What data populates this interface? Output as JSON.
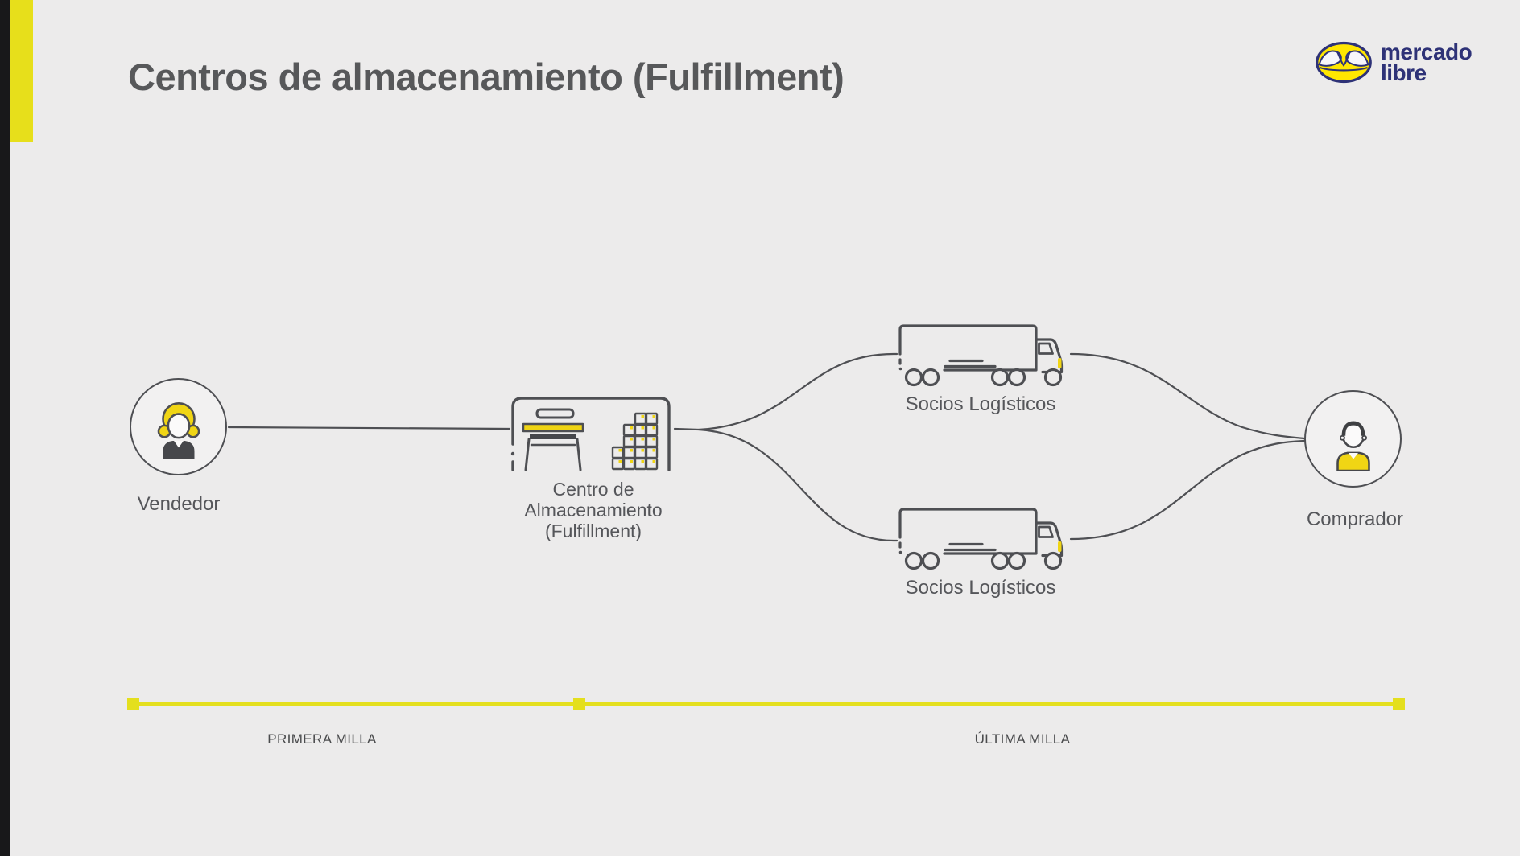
{
  "slide": {
    "title": "Centros de almacenamiento (Fulfillment)"
  },
  "logo": {
    "word1": "mercado",
    "word2": "libre"
  },
  "nodes": {
    "vendedor_label": "Vendedor",
    "centro_line1": "Centro de",
    "centro_line2": "Almacenamiento",
    "centro_line3": "(Fulfillment)",
    "socios_top_label": "Socios Logísticos",
    "socios_bottom_label": "Socios Logísticos",
    "comprador_label": "Comprador"
  },
  "timeline": {
    "primera_label": "PRIMERA MILLA",
    "ultima_label": "ÚLTIMA MILLA"
  },
  "colors": {
    "background": "#ECEBEB",
    "frame_black": "#18181A",
    "accent_yellow": "#E4DF1E",
    "icon_yellow": "#F0D514",
    "outline_gray": "#4E4F53",
    "title_gray": "#57585A",
    "label_gray": "#55565A",
    "logo_blue": "#2E3277",
    "logo_yellow": "#FFE600"
  }
}
